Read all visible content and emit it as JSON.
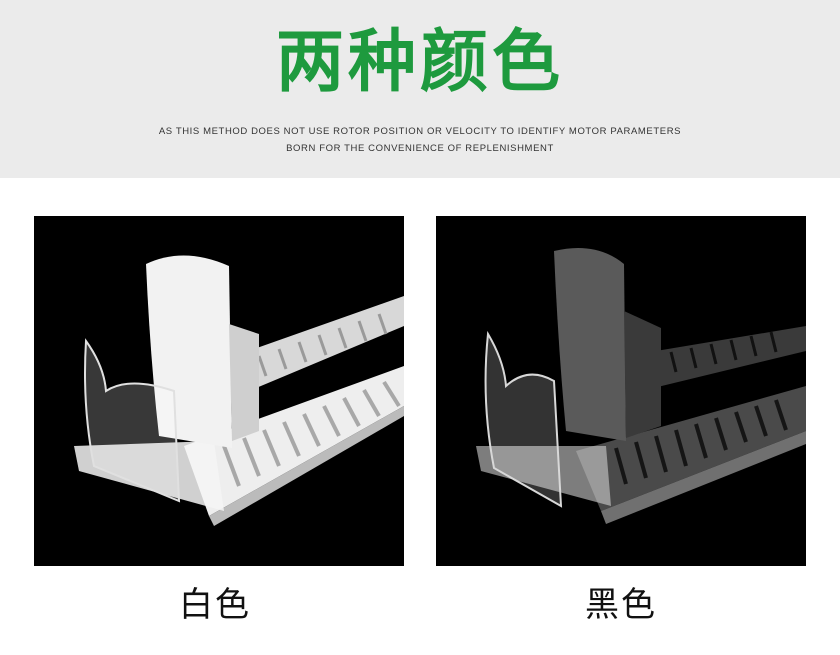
{
  "header": {
    "title": "两种颜色",
    "subtitle_line1": "AS THIS METHOD DOES NOT USE ROTOR POSITION OR VELOCITY TO IDENTIFY MOTOR PARAMETERS",
    "subtitle_line2": "BORN FOR THE CONVENIENCE OF REPLENISHMENT"
  },
  "products": [
    {
      "label": "白色",
      "variant": "white-product-photo"
    },
    {
      "label": "黑色",
      "variant": "black-product-photo"
    }
  ],
  "colors": {
    "title_green": "#1e9a3e",
    "banner_bg": "#ebebeb",
    "photo_bg": "#000000"
  }
}
